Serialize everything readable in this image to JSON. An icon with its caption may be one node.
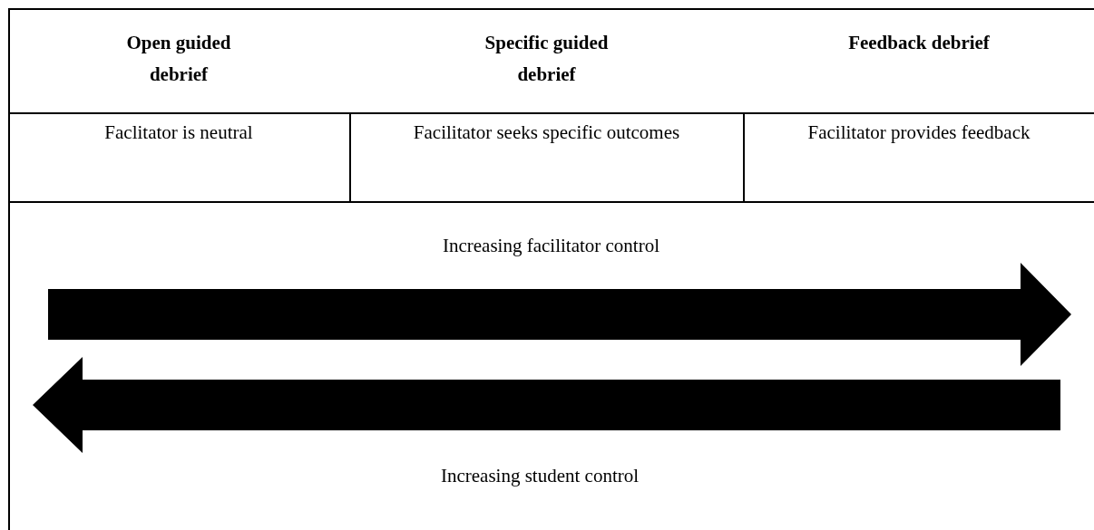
{
  "diagram": {
    "labels": [
      "Open guided debrief",
      "Specific guided debrief",
      "Feedback debrief",
      "Faclitator is neutral",
      "Facilitator seeks specific outcomes",
      "Facilitator provides feedback",
      "Increasing facilitator control",
      "Increasing student control"
    ]
  }
}
